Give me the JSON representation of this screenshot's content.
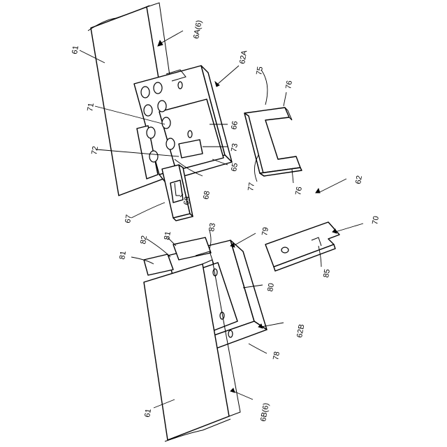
{
  "labels": {
    "rail_top": "61",
    "rail_bottom": "61",
    "ref_6a": "6A(6)",
    "ref_6b": "6B(6)",
    "ref_62a": "62A",
    "ref_62b": "62B",
    "ref_62": "62",
    "l71": "71",
    "l72": "72",
    "l66": "66",
    "l73": "73",
    "l65": "65",
    "l68": "68",
    "l69": "69",
    "l67": "67",
    "l75": "75",
    "l76_top": "76",
    "l77": "77",
    "l76_bottom": "76",
    "l70": "70",
    "l85": "85",
    "l79": "79",
    "l80": "80",
    "l78": "78",
    "l81_left": "81",
    "l82": "82",
    "l81_right": "81",
    "l83": "83"
  },
  "colors": {
    "line": "#000000",
    "background": "#ffffff"
  }
}
